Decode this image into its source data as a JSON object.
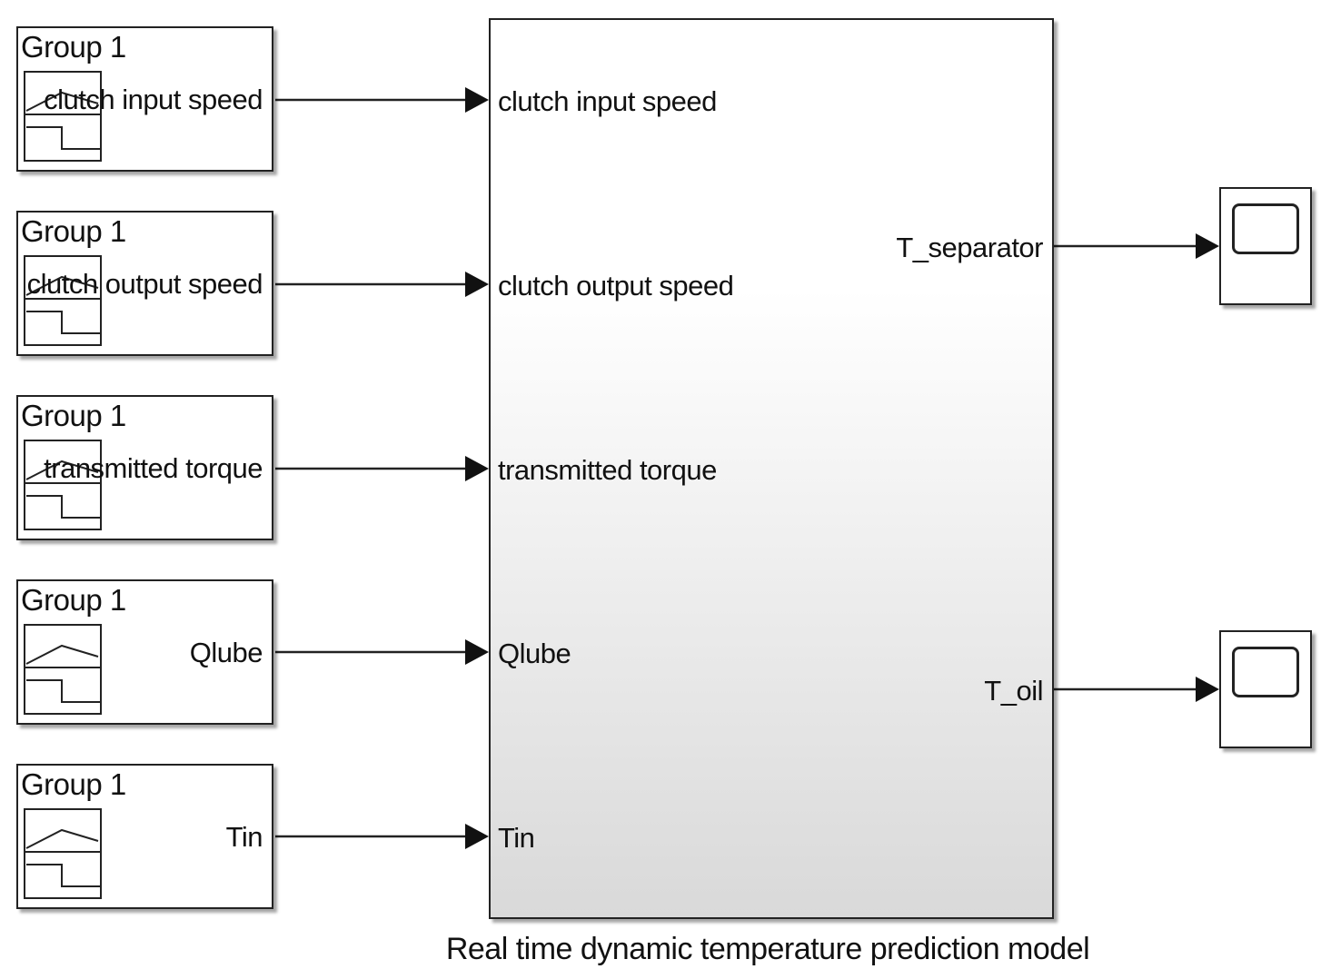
{
  "sources": [
    {
      "group": "Group 1",
      "signal": "clutch input speed"
    },
    {
      "group": "Group 1",
      "signal": "clutch output speed"
    },
    {
      "group": "Group 1",
      "signal": "transmitted torque"
    },
    {
      "group": "Group 1",
      "signal": "Qlube"
    },
    {
      "group": "Group 1",
      "signal": "Tin"
    }
  ],
  "subsystem": {
    "inputs": [
      "clutch input speed",
      "clutch output speed",
      "transmitted torque",
      "Qlube",
      "Tin"
    ],
    "outputs": [
      "T_separator",
      "T_oil"
    ],
    "name": "Real time dynamic temperature prediction model"
  },
  "colors": {
    "line": "#222222",
    "block_fill": "#ffffff",
    "gradient_end": "#d9d9d9"
  },
  "icons": {
    "source_glyph": "signal-builder-icon",
    "scope_glyph": "scope-icon"
  }
}
